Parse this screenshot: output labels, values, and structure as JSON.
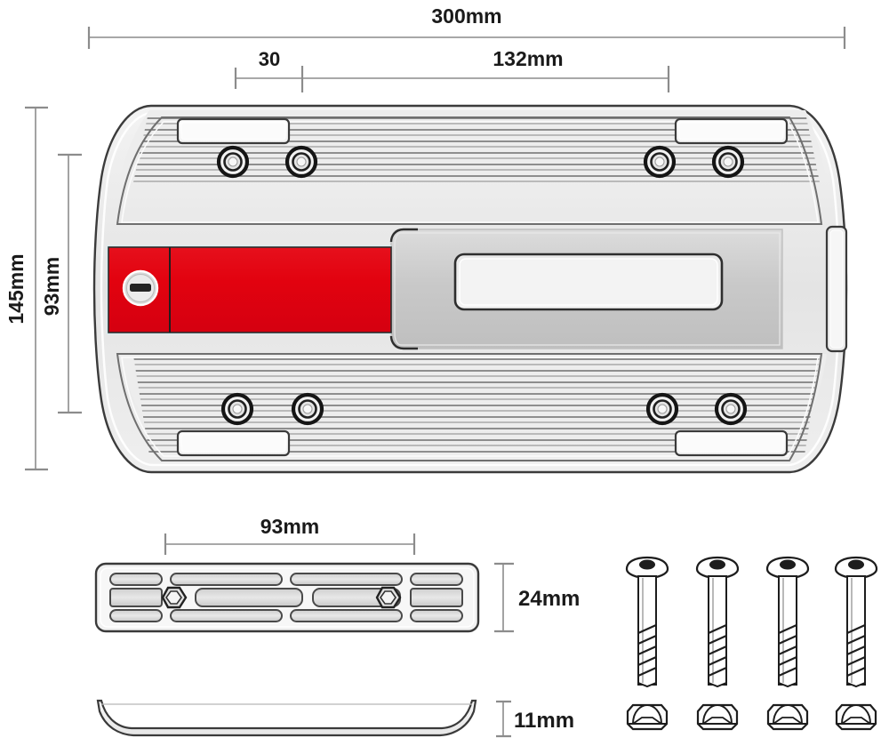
{
  "drawing": {
    "title": "Technical dimension drawing - vehicle step pad / running board pad with mounting hardware",
    "background_color": "#ffffff",
    "units": "mm"
  },
  "dimensions": {
    "overall_width": "300mm",
    "offset_left": "30",
    "inner_width": "132mm",
    "overall_height": "145mm",
    "inner_height": "93mm",
    "bracket_width": "93mm",
    "bracket_height": "24mm",
    "profile_thickness": "11mm"
  },
  "colors": {
    "accent_red": "#e2020f",
    "body_light": "#ececec",
    "body_mid": "#d2d2d2",
    "body_dark": "#b9b9b9",
    "outline": "#3b3b3b",
    "dim_gray": "#8c8c8c",
    "text": "#1a1a1a"
  },
  "parts": {
    "main_pad": {
      "label": "main-pad",
      "description": "Large ribbed rectangular pad with rounded left and right ends"
    },
    "red_panel": {
      "label": "red-panel",
      "description": "Red rectangular insert on the left-center with a slotted screw knob"
    },
    "center_panel": {
      "label": "center-panel",
      "description": "Grey center panel with recessed rounded rectangular window"
    },
    "bracket": {
      "label": "mounting-bracket",
      "description": "Ribbed mounting bracket plate with two hex nuts"
    },
    "profile": {
      "label": "side-profile",
      "description": "Thin curved side profile view of the pad"
    },
    "screws": {
      "label": "screw-set",
      "count": 4,
      "description": "Four button head hex socket screws"
    },
    "nuts": {
      "label": "nut-set",
      "count": 4,
      "description": "Four matching hex nuts / barrel nuts"
    }
  },
  "annotations": {
    "dim_300_label": "300mm",
    "dim_30_label": "30",
    "dim_132_label": "132mm",
    "dim_145_label": "145mm",
    "dim_93v_label": "93mm",
    "dim_93h_label": "93mm",
    "dim_24_label": "24mm",
    "dim_11_label": "11mm"
  }
}
